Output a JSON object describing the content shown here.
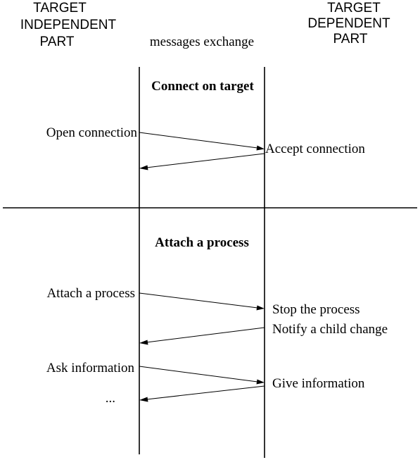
{
  "headers": {
    "left": [
      "TARGET",
      "INDEPENDENT",
      "PART"
    ],
    "center": "messages exchange",
    "right": [
      "TARGET",
      "DEPENDENT",
      "PART"
    ]
  },
  "sections": [
    {
      "title": "Connect on target",
      "left_labels": [
        "Open connection"
      ],
      "right_labels": [
        "Accept connection"
      ]
    },
    {
      "title": "Attach a process",
      "left_labels": [
        "Attach a process",
        "Ask information",
        "..."
      ],
      "right_labels": [
        "Stop the process",
        "Notify a child change",
        "Give information"
      ]
    }
  ]
}
